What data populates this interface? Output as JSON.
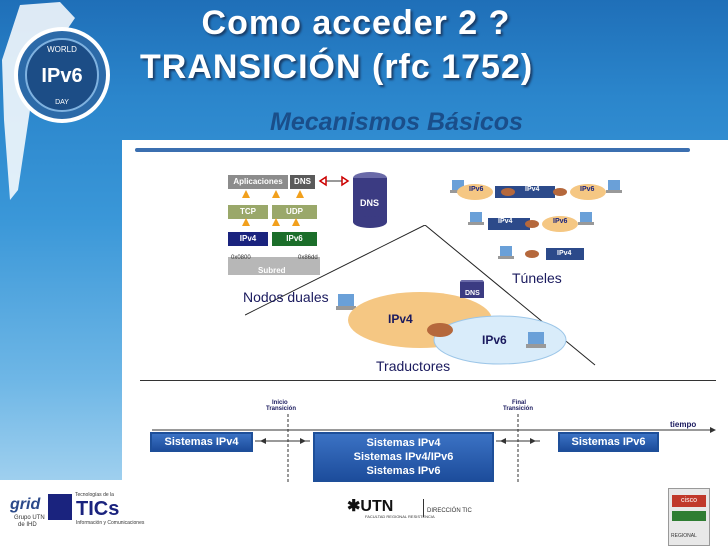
{
  "title_line1": "Como acceder 2 ?",
  "title_line2": "TRANSICIÓN (rfc 1752)",
  "subtitle": "Mecanismos Básicos",
  "logo": {
    "top": "WORLD",
    "main": "IPv6",
    "bottom": "DAY"
  },
  "stack": {
    "apps": "Aplicaciones",
    "dns": "DNS",
    "tcp": "TCP",
    "udp": "UDP",
    "ipv4": "IPv4",
    "ipv6": "IPv6",
    "addr_left": "0x0800",
    "addr_right": "0x86dd",
    "subred": "Subred"
  },
  "dns_server": "DNS",
  "tunnels": {
    "row1": [
      "IPv6",
      "IPv4",
      "IPv6"
    ],
    "row2": [
      "IPv4",
      "IPv6"
    ],
    "row3": "IPv4",
    "label": "Túneles"
  },
  "dual_nodes_label": "Nodos duales",
  "translators": {
    "ipv4": "IPv4",
    "ipv6": "IPv6",
    "dns": "DNS",
    "label": "Traductores"
  },
  "timeline": {
    "start_label_1": "Inicio",
    "start_label_2": "Transición",
    "end_label_1": "Final",
    "end_label_2": "Transición",
    "time": "tiempo",
    "box_left": "Sistemas IPv4",
    "box_mid": [
      "Sistemas IPv4",
      "Sistemas IPv4/IPv6",
      "Sistemas IPv6"
    ],
    "box_right": "Sistemas IPv6"
  },
  "footer": {
    "grid": "grid",
    "grid_sub1": "Grupo UTN",
    "grid_sub2": "de IHD",
    "tics_top": "Tecnologías de la",
    "tics_main": "TICs",
    "tics_sub": "Información y Comunicaciones",
    "utn": "UTN",
    "utn_sub": "FACULTAD REGIONAL RESISTENCIA",
    "direccion": "DIRECCIÓN TIC",
    "cisco": "cisco",
    "regional": "REGIONAL"
  },
  "colors": {
    "title_shadow": "#1a3c66",
    "subtitle": "#1a4e8a",
    "box_blue": "#1d4d9c"
  }
}
